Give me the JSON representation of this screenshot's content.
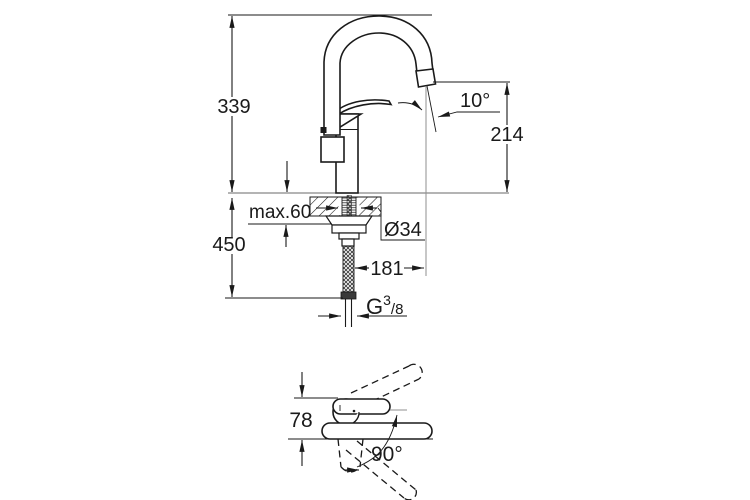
{
  "colors": {
    "background": "#ffffff",
    "line": "#1a1a1a",
    "thin_reference_line": "#8f8f8f",
    "dark_fitting_fill": "#3a3a3a"
  },
  "side_view": {
    "total_height": "339",
    "outlet_height": "214",
    "outlet_angle": "10°",
    "max_deck_thickness": "max.60",
    "below_deck_length": "450",
    "hole_diameter": "Ø34",
    "outlet_reach": "181",
    "thread_prefix": "G",
    "thread_numerator": "3",
    "thread_denominator": "/8"
  },
  "top_view": {
    "body_depth": "78",
    "swivel_angle": "90°"
  }
}
